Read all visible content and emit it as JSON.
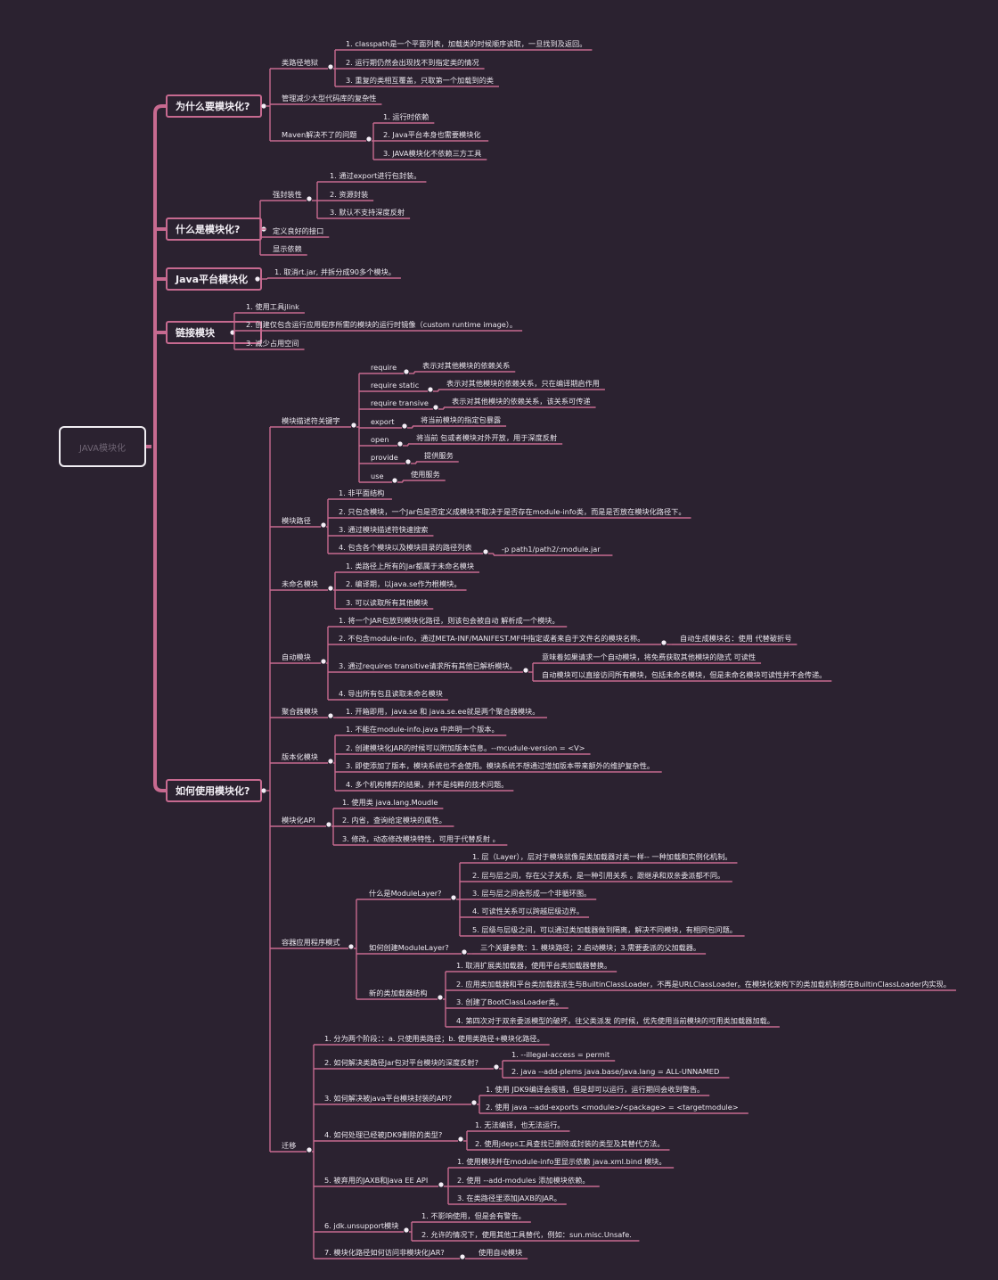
{
  "root": "JAVA模块化",
  "sections": [
    {
      "label": "为什么要模块化?",
      "children": [
        {
          "label": "类路径地狱",
          "children": [
            {
              "label": "1. classpath是一个平面列表，加载类的时候顺序读取，一旦找到及返回。"
            },
            {
              "label": "2. 运行期仍然会出现找不到指定类的情况"
            },
            {
              "label": "3. 重复的类相互覆盖，只取第一个加载到的类"
            }
          ]
        },
        {
          "label": "管理减少大型代码库的复杂性"
        },
        {
          "label": "Maven解决不了的问题",
          "children": [
            {
              "label": "1. 运行时依赖"
            },
            {
              "label": "2.  Java平台本身也需要模块化"
            },
            {
              "label": "3. JAVA模块化不依赖三方工具"
            }
          ]
        }
      ]
    },
    {
      "label": "什么是模块化?",
      "children": [
        {
          "label": "强封装性",
          "children": [
            {
              "label": "1. 通过export进行包封装。"
            },
            {
              "label": "2. 资源封装"
            },
            {
              "label": "3. 默认不支持深度反射"
            }
          ]
        },
        {
          "label": "定义良好的接口"
        },
        {
          "label": "显示依赖"
        }
      ]
    },
    {
      "label": "Java平台模块化",
      "children": [
        {
          "label": "1. 取消rt.jar, 并拆分成90多个模块。"
        }
      ]
    },
    {
      "label": "链接模块",
      "children": [
        {
          "label": "1. 使用工具jlink"
        },
        {
          "label": "2. 创建仅包含运行应用程序所需的模块的运行时镜像（custom runtime image）。"
        },
        {
          "label": "3. 减少占用空间"
        }
      ]
    },
    {
      "label": "如何使用模块化?",
      "children": [
        {
          "label": "模块描述符关键字",
          "children": [
            {
              "label": "require",
              "children": [
                {
                  "label": "表示对其他模块的依赖关系"
                }
              ]
            },
            {
              "label": "require  static",
              "children": [
                {
                  "label": "表示对其他模块的依赖关系，只在编译期启作用"
                }
              ]
            },
            {
              "label": "require transive",
              "children": [
                {
                  "label": "表示对其他模块的依赖关系，该关系可传递"
                }
              ]
            },
            {
              "label": "export",
              "children": [
                {
                  "label": "将当前模块的指定包暴露"
                }
              ]
            },
            {
              "label": "open",
              "children": [
                {
                  "label": "将当前 包或者模块对外开放，用于深度反射"
                }
              ]
            },
            {
              "label": "provide",
              "children": [
                {
                  "label": "提供服务"
                }
              ]
            },
            {
              "label": "use",
              "children": [
                {
                  "label": "使用服务"
                }
              ]
            }
          ]
        },
        {
          "label": "模块路径",
          "children": [
            {
              "label": "1.  非平面结构"
            },
            {
              "label": "2. 只包含模块，一个Jar包是否定义成模块不取决于是否存在module-info类，而是是否放在模块化路径下。"
            },
            {
              "label": "3. 通过模块描述符快速搜索"
            },
            {
              "label": "4. 包含各个模块以及模块目录的路径列表",
              "children": [
                {
                  "label": "-p    path1/path2/:module.jar"
                }
              ]
            }
          ]
        },
        {
          "label": "未命名模块",
          "children": [
            {
              "label": "1. 类路径上所有的Jar都属于未命名模块"
            },
            {
              "label": "2. 编译期，以java.se作为根模块。"
            },
            {
              "label": "3. 可以读取所有其他模块"
            }
          ]
        },
        {
          "label": "自动模块",
          "children": [
            {
              "label": "1.  将一个JAR包放到模块化路径，则该包会被自动 解析成一个模块。"
            },
            {
              "label": "2. 不包含module-info，通过META-INF/MANIFEST.MF中指定或者来自于文件名的模块名称。",
              "children": [
                {
                  "label": "自动生成模块名：使用 代替破折号"
                }
              ]
            },
            {
              "label": "3. 通过requires transitive请求所有其他已解析模块。",
              "children": [
                {
                  "label": "意味着如果请求一个自动模块，将免费获取其他模块的隐式 可读性"
                },
                {
                  "label": "自动模块可以直接访问所有模块，包括未命名模块，但是未命名模块可读性并不会传递。"
                }
              ]
            },
            {
              "label": "4. 导出所有包且读取未命名模块"
            }
          ]
        },
        {
          "label": "聚合器模块",
          "children": [
            {
              "label": "1. 开箱即用，java.se  和 java.se.ee就是两个聚合器模块。"
            }
          ]
        },
        {
          "label": "版本化模块",
          "children": [
            {
              "label": "1. 不能在module-info.java  中声明一个版本。"
            },
            {
              "label": "2. 创建模块化JAR的时候可以附加版本信息。--mcudule-version = <V>"
            },
            {
              "label": "3.  即使添加了版本，模块系统也不会使用。模块系统不想通过增加版本带来额外的维护复杂性。"
            },
            {
              "label": "4. 多个机构博弈的结果，并不是纯粹的技术问题。"
            }
          ]
        },
        {
          "label": "模块化API",
          "children": [
            {
              "label": "1. 使用类 java.lang.Moudle"
            },
            {
              "label": "2.  内省，查询给定模块的属性。"
            },
            {
              "label": "3.  修改，动态修改模块特性，可用于代替反射 。"
            }
          ]
        },
        {
          "label": "容器应用程序模式",
          "children": [
            {
              "label": "什么是ModuleLayer?",
              "children": [
                {
                  "label": "1. 层（Layer），层对于模块就像是类加载器对类一样-- 一种加载和实例化机制。"
                },
                {
                  "label": "2.  层与层之间，存在父子关系，是一种引用关系 。跟继承和双亲委派都不同。"
                },
                {
                  "label": "3. 层与层之间会形成一个非循环图。"
                },
                {
                  "label": "4. 可读性关系可以跨越层级边界。"
                },
                {
                  "label": "5.  层级与层级之间，可以通过类加载器做到隔离，解决不同模块，有相同包问题。"
                }
              ]
            },
            {
              "label": "如何创建ModuleLayer?",
              "children": [
                {
                  "label": "三个关键参数：1. 模块路径；2.启动模块；3.需要委派的父加载器。"
                }
              ]
            },
            {
              "label": "新的类加载器结构",
              "children": [
                {
                  "label": "1. 取消扩展类加载器，使用平台类加载器替换。"
                },
                {
                  "label": "2. 应用类加载器和平台类加载器派生与BuiltinClassLoader，不再是URLClassLoader。在模块化架构下的类加载机制都在BuiltinClassLoader内实现。"
                },
                {
                  "label": "3. 创建了BootClassLoader类。"
                },
                {
                  "label": "4. 第四次对于双亲委派模型的破坏，往父类派发 的时候，优先使用当前模块的可用类加载器加载。"
                }
              ]
            }
          ]
        },
        {
          "label": "迁移",
          "children": [
            {
              "label": "1. 分为两个阶段：：a. 只使用类路径；b. 使用类路径+模块化路径。"
            },
            {
              "label": "2. 如何解决类路径Jar包对平台模块的深度反射?",
              "children": [
                {
                  "label": "1. --illegal-access = permit"
                },
                {
                  "label": "2. java  --add-plems java.base/java.lang  = ALL-UNNAMED"
                }
              ]
            },
            {
              "label": "3.  如何解决被java平台模块封装的API?",
              "children": [
                {
                  "label": "1. 使用 JDK9编译会报错，但是却可以运行，运行期间会收到警告。"
                },
                {
                  "label": "2. 使用 java --add-exports <module>/<package>  =  <targetmodule>"
                }
              ]
            },
            {
              "label": "4. 如何处理已经被JDK9删除的类型?",
              "children": [
                {
                  "label": "1. 无法编译，也无法运行。"
                },
                {
                  "label": "2. 使用jdeps工具查找已删除或封装的类型及其替代方法。"
                }
              ]
            },
            {
              "label": "5. 被弃用的JAXB和Java EE API",
              "children": [
                {
                  "label": "1. 使用模块并在module-info里显示依赖 java.xml.bind  模块。"
                },
                {
                  "label": "2. 使用  --add-modules  添加模块依赖。"
                },
                {
                  "label": "3. 在类路径里添加JAXB的JAR。"
                }
              ]
            },
            {
              "label": "6.   jdk.unsupport模块",
              "children": [
                {
                  "label": "1. 不影响使用，但是会有警告。"
                },
                {
                  "label": "2.  允许的情况下，使用其他工具替代，例如：sun.misc.Unsafe."
                }
              ]
            },
            {
              "label": "7. 模块化路径如何访问非模块化JAR?",
              "children": [
                {
                  "label": "使用自动模块"
                }
              ]
            }
          ]
        }
      ]
    }
  ]
}
